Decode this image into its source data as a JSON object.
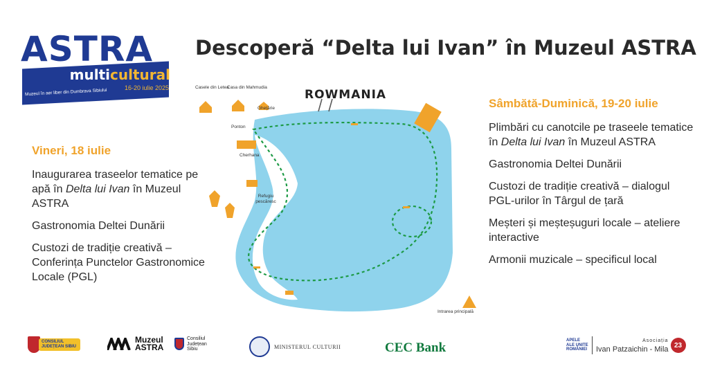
{
  "logo": {
    "name": "ASTRA",
    "multi": "multi",
    "cultural": "cultural",
    "dates": "16-20 iulie 2025",
    "location": "Muzeul în aer liber din Dumbrava Sibiului"
  },
  "title": "Descoperă “Delta lui Ivan” în Muzeul ASTRA",
  "friday": {
    "heading": "Vineri, 18 iulie",
    "items": [
      {
        "before": "Inaugurarea traseelor tematice pe apă în ",
        "italic": "Delta lui Ivan",
        "after": " în Muzeul ASTRA"
      },
      {
        "text": "Gastronomia Deltei Dunării"
      },
      {
        "text": "Custozi de tradiție creativă – Conferința Punctelor Gastronomice Locale (PGL)"
      }
    ]
  },
  "weekend": {
    "heading": "Sâmbătă-Duminică, 19-20 iulie",
    "items": [
      {
        "before": "Plimbări cu canotcile pe traseele tematice în ",
        "italic": "Delta lui Ivan",
        "after": " în Muzeul ASTRA"
      },
      {
        "text": "Gastronomia Deltei Dunării"
      },
      {
        "text": "Custozi de tradiție creativă – dialogul PGL-urilor în Târgul de țară"
      },
      {
        "text": "Meșteri și meșteșuguri locale – ateliere interactive"
      },
      {
        "text": "Armonii muzicale – specificul local"
      }
    ]
  },
  "map": {
    "brand": "ROWMANIA",
    "labels": {
      "casele": "Casele din Letea",
      "casa": "Casa din Mahmudia",
      "ghetarie": "Ghețărie",
      "ponton": "Ponton",
      "cherhana": "Cherhana",
      "refugiu": "Refugiu pescăresc",
      "intrarea": "Intrarea principală"
    }
  },
  "footer": {
    "sibiu": "CONSILIUL JUDEȚEAN SIBIU",
    "muzeul": "Muzeul ASTRA",
    "consiliu": "Consiliul Județean Sibiu",
    "ministerul": "MINISTERUL CULTURII",
    "cec": "CEC Bank",
    "apele": "APELE ALE UNITE ROMÂNIEI",
    "asociatia_small": "Asociația",
    "asociatia": "Ivan Patzaichin - Mila",
    "number": "23"
  },
  "colors": {
    "brand_blue": "#1f3a93",
    "accent_orange": "#f0a32b",
    "water": "#8fd3ec",
    "route": "#1d9a45"
  }
}
